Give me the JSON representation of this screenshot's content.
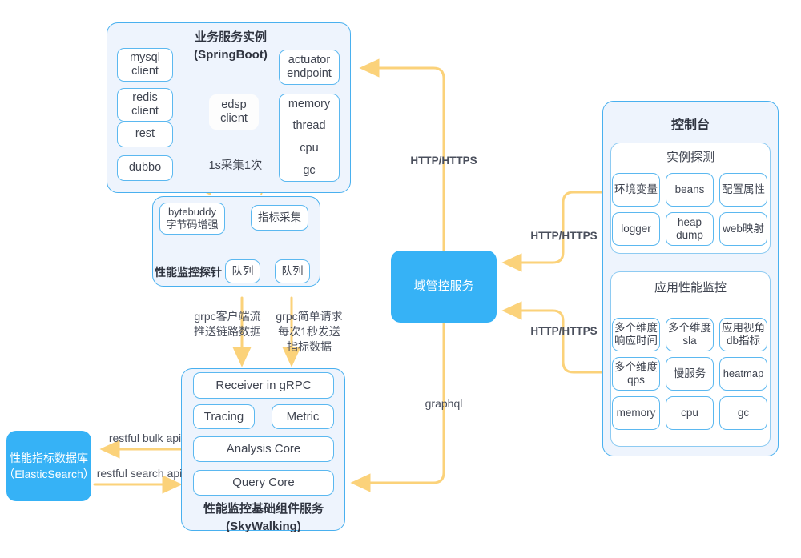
{
  "diagram": {
    "colors": {
      "accent_blue": "#36b2f6",
      "panel_fill": "#eef4fd",
      "panel_border": "#49b0ef",
      "chip_border": "#5bb8f0",
      "wire": "#fbd27a",
      "text": "#3f4450"
    }
  },
  "springboot": {
    "title": "业务服务实例\n(SpringBoot)",
    "left_clients": [
      {
        "label": "mysql\nclient"
      },
      {
        "label": "redis\nclient"
      },
      {
        "label": "rest"
      },
      {
        "label": "dubbo"
      }
    ],
    "center_client": "edsp\nclient",
    "sample_note": "1s采集1次",
    "actuator": "actuator\nendpoint",
    "jvm_metrics": "memory\nthread\ncpu\ngc"
  },
  "probe": {
    "title": "性能监控探针",
    "bytebuddy": "bytebuddy\n字节码增强",
    "metric_collect": "指标采集",
    "queue_left": "队列",
    "queue_right": "队列"
  },
  "probe_to_skywalking": {
    "left_label": "grpc客户端流\n推送链路数据",
    "right_label": "grpc简单请求\n每次1秒发送\n指标数据"
  },
  "skywalking": {
    "title": "性能监控基础组件服务\n(SkyWalking)",
    "receiver": "Receiver in gRPC",
    "tracing": "Tracing",
    "metric": "Metric",
    "analysis_core": "Analysis Core",
    "query_core": "Query Core"
  },
  "elasticsearch": {
    "label": "性能指标数据库\n（ElasticSearch）",
    "bulk_api_label": "restful bulk api",
    "search_api_label": "restful search api"
  },
  "domain_service": {
    "label": "域管控服务"
  },
  "console": {
    "title": "控制台",
    "instance_probe": {
      "title": "实例探测",
      "items": [
        {
          "label": "环境变量"
        },
        {
          "label": "beans"
        },
        {
          "label": "配置属性"
        },
        {
          "label": "logger"
        },
        {
          "label": "heap\ndump"
        },
        {
          "label": "web映射"
        }
      ]
    },
    "apm": {
      "title": "应用性能监控",
      "items": [
        {
          "label": "多个维度\n响应时间"
        },
        {
          "label": "多个维度\nsla"
        },
        {
          "label": "应用视角\ndb指标"
        },
        {
          "label": "多个维度\nqps"
        },
        {
          "label": "慢服务"
        },
        {
          "label": "heatmap"
        },
        {
          "label": "memory"
        },
        {
          "label": "cpu"
        },
        {
          "label": "gc"
        }
      ]
    }
  },
  "edges": {
    "springboot_http": "HTTP/HTTPS",
    "console_probe_http": "HTTP/HTTPS",
    "console_apm_http": "HTTP/HTTPS",
    "graphql": "graphql"
  }
}
